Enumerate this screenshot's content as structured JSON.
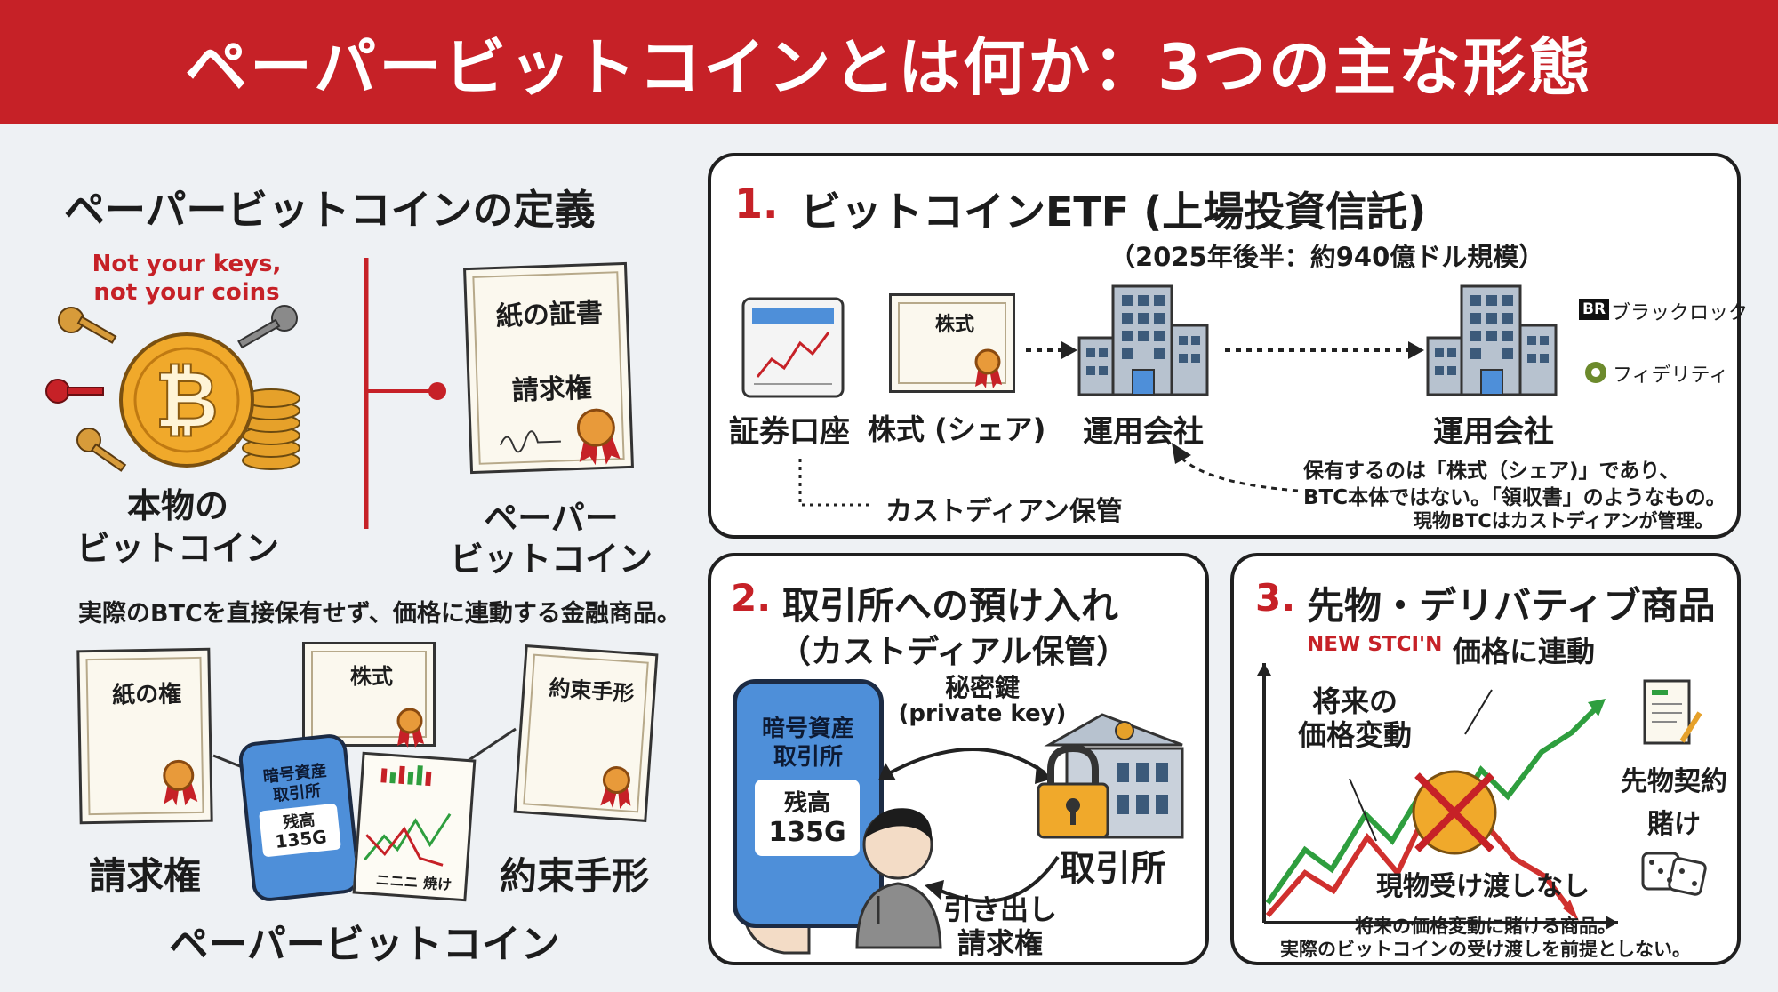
{
  "title": "ペーパービットコインとは何か：3つの主な形態",
  "definition": {
    "heading": "ペーパービットコインの定義",
    "quote_line1": "Not your keys,",
    "quote_line2": "not your coins",
    "real_btc_line1": "本物の",
    "real_btc_line2": "ビットコイン",
    "paper_doc_title": "紙の証書",
    "paper_doc_claim": "請求権",
    "paper_btc_line1": "ペーパー",
    "paper_btc_line2": "ビットコイン",
    "description": "実際のBTCを直接保有せず、価格に連動する金融商品。",
    "doc1_title": "紙の権",
    "doc2_title": "株式",
    "doc3_title": "約束手形",
    "phone_line1": "暗号資産",
    "phone_line2": "取引所",
    "phone_balance_label": "残高",
    "phone_balance_value": "135G",
    "chart_caption": "ニニニ 焼け",
    "label_claim": "請求権",
    "label_note": "約束手形",
    "bottom_label": "ペーパービットコイン"
  },
  "etf": {
    "number": "1.",
    "heading": "ビットコインETF (上場投資信託)",
    "subheading": "（2025年後半：約940億ドル規模）",
    "account_label": "証券口座",
    "share_doc_title": "株式",
    "share_label": "株式 (シェア)",
    "company_label1": "運用会社",
    "company_label2": "運用会社",
    "brand1_logo": "BR",
    "brand1_name": "ブラックロック",
    "brand2_name": "フィデリティ",
    "custody_label": "カストディアン保管",
    "note_line1": "保有するのは「株式（シェア)」であり、",
    "note_line2": "BTC本体ではない。「領収書」のようなもの。",
    "note_line3": "現物BTCはカストディアンが管理。"
  },
  "exchange": {
    "number": "2.",
    "heading": "取引所への預け入れ",
    "subheading": "（カストディアル保管）",
    "phone_line1": "暗号資産",
    "phone_line2": "取引所",
    "phone_balance_label": "残高",
    "phone_balance_value": "135G",
    "key_label1": "秘密鍵",
    "key_label2": "(private key)",
    "exchange_label": "取引所",
    "withdraw_line1": "引き出し",
    "withdraw_line2": "請求権"
  },
  "futures": {
    "number": "3.",
    "heading": "先物・デリバティブ商品",
    "new_label": "NEW STCI'N",
    "price_link": "価格に連動",
    "future_line1": "将来の",
    "future_line2": "価格変動",
    "contract_line1": "先物契約",
    "contract_line2": "賭け",
    "no_delivery": "現物受け渡しなし",
    "note_line1": "将来の価格変動に賭ける商品。",
    "note_line2": "実際のビットコインの受け渡しを前提としない。"
  },
  "colors": {
    "brand_red": "#c62127",
    "gold": "#f0a92b",
    "up_green": "#2e9e3e",
    "down_red": "#d0302e",
    "phone_blue": "#4e8fd9"
  }
}
